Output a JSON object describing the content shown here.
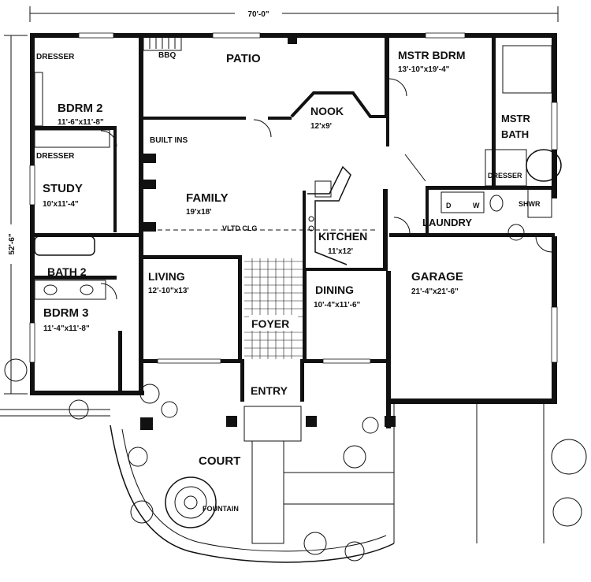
{
  "overall": {
    "width_label": "70'-0\"",
    "depth_label": "52'-6\""
  },
  "rooms": {
    "dresser_bdrm2": "DRESSER",
    "bbq": "BBQ",
    "patio": "PATIO",
    "mstr_bdrm": {
      "name": "MSTR BDRM",
      "size": "13'-10\"x19'-4\""
    },
    "bdrm2": {
      "name": "BDRM 2",
      "size": "11'-6\"x11'-8\""
    },
    "nook": {
      "name": "NOOK",
      "size": "12'x9'"
    },
    "mstr_bath": {
      "name_1": "MSTR",
      "name_2": "BATH"
    },
    "built_ins": "BUILT INS",
    "dresser_study": "DRESSER",
    "study": {
      "name": "STUDY",
      "size": "10'x11'-4\""
    },
    "family": {
      "name": "FAMILY",
      "size": "19'x18'"
    },
    "vltd_clg": "VLTD CLG",
    "dresser_mstr": "DRESSER",
    "washer": "W",
    "dryer": "D",
    "shwr": "SHWR",
    "laundry": "LAUNDRY",
    "kitchen": {
      "name": "KITCHEN",
      "size": "11'x12'"
    },
    "bath2": "BATH 2",
    "living": {
      "name": "LIVING",
      "size": "12'-10\"x13'"
    },
    "dining": {
      "name": "DINING",
      "size": "10'-4\"x11'-6\""
    },
    "garage": {
      "name": "GARAGE",
      "size": "21'-4\"x21'-6\""
    },
    "bdrm3": {
      "name": "BDRM 3",
      "size": "11'-4\"x11'-8\""
    },
    "foyer": "FOYER",
    "entry": "ENTRY",
    "court": "COURT",
    "fountain": "FOUNTAIN"
  }
}
